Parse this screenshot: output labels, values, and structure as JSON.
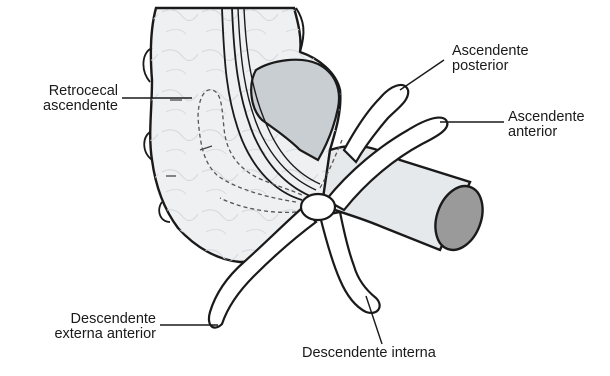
{
  "labels": {
    "retrocecal": {
      "line1": "Retrocecal",
      "line2": "ascendente"
    },
    "asc_posterior": {
      "line1": "Ascendente",
      "line2": "posterior"
    },
    "asc_anterior": {
      "line1": "Ascendente",
      "line2": "anterior"
    },
    "desc_externa": {
      "line1": "Descendente",
      "line2": "externa anterior"
    },
    "desc_interna": {
      "line1": "Descendente interna"
    }
  },
  "colors": {
    "outline": "#1a1a1a",
    "organ_fill": "#eef0f2",
    "organ_shade": "#c9ced3",
    "ileum_end": "#9a9a9a",
    "dashed": "#555555"
  }
}
